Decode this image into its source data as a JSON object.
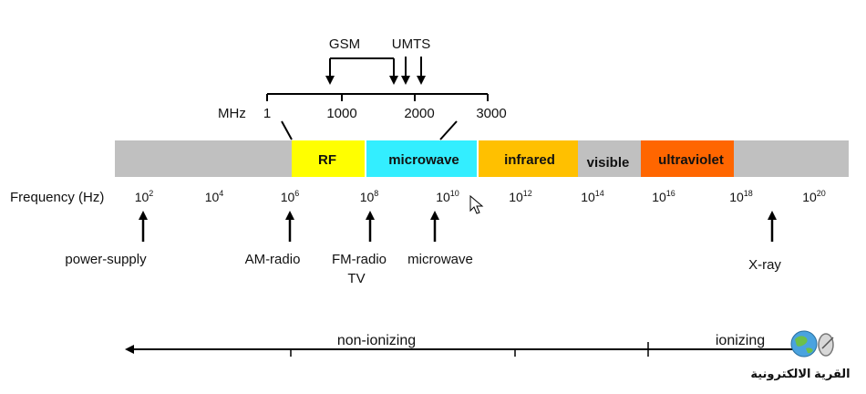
{
  "mhz_scale": {
    "unit_label": "MHz",
    "ticks": [
      "1",
      "1000",
      "2000",
      "3000"
    ]
  },
  "networks": {
    "gsm_label": "GSM",
    "umts_label": "UMTS"
  },
  "bands": [
    {
      "label": "",
      "color": "#c0c0c0"
    },
    {
      "label": "RF",
      "color": "#ffff00"
    },
    {
      "label": "microwave",
      "color": "#33eeff"
    },
    {
      "label": "infrared",
      "color": "#ffc000"
    },
    {
      "label": "visible",
      "color": "#c0c0c0"
    },
    {
      "label": "ultraviolet",
      "color": "#ff6600"
    },
    {
      "label": "",
      "color": "#c0c0c0"
    }
  ],
  "frequency_axis": {
    "label": "Frequency (Hz)",
    "ticks": [
      {
        "base": "10",
        "exp": "2"
      },
      {
        "base": "10",
        "exp": "4"
      },
      {
        "base": "10",
        "exp": "6"
      },
      {
        "base": "10",
        "exp": "8"
      },
      {
        "base": "10",
        "exp": "10"
      },
      {
        "base": "10",
        "exp": "12"
      },
      {
        "base": "10",
        "exp": "14"
      },
      {
        "base": "10",
        "exp": "16"
      },
      {
        "base": "10",
        "exp": "18"
      },
      {
        "base": "10",
        "exp": "20"
      }
    ]
  },
  "sources": [
    {
      "lines": [
        "power-supply"
      ]
    },
    {
      "lines": [
        "AM-radio"
      ]
    },
    {
      "lines": [
        "FM-radio",
        "TV"
      ]
    },
    {
      "lines": [
        "microwave"
      ]
    },
    {
      "lines": [
        "X-ray"
      ]
    }
  ],
  "ionization": {
    "non_ionizing": "non-ionizing",
    "ionizing": "ionizing"
  },
  "logo": {
    "text": "القرية الالكترونية"
  }
}
